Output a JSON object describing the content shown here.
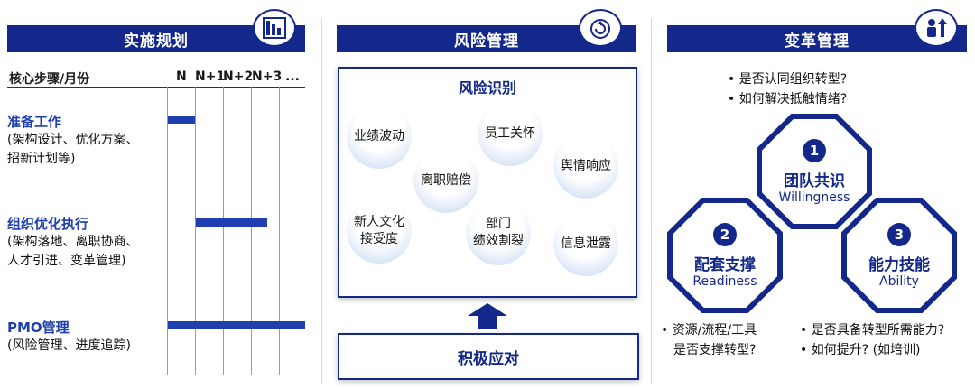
{
  "left": {
    "header": "实施规划",
    "gantt_label": "核心步骤/月份",
    "columns": [
      "N",
      "N+1",
      "N+2",
      "N+3",
      "..."
    ],
    "rows": [
      {
        "title": "准备工作",
        "desc": "(架构设计、优化方案、",
        "desc2": "招新计划等)"
      },
      {
        "title": "组织优化执行",
        "desc": "(架构落地、离职协商、",
        "desc2": "人才引进、变革管理)"
      },
      {
        "title": "PMO管理",
        "desc": "(风险管理、进度追踪)",
        "desc2": ""
      }
    ]
  },
  "middle": {
    "header": "风险管理",
    "box_title": "风险识别",
    "bubbles": [
      "业绩波动",
      "员工关怀",
      "离职赔偿",
      "舆情响应",
      "新人文化\n接受度",
      "部门\n绩效割裂",
      "信息泄露"
    ],
    "action": "积极应对"
  },
  "right": {
    "header": "变革管理",
    "top_bullets": [
      "是否认同组织转型?",
      "如何解决抵触情绪?"
    ],
    "octagons": [
      {
        "num": "1",
        "cn": "团队共识",
        "en": "Willingness"
      },
      {
        "num": "2",
        "cn": "配套支撑",
        "en": "Readiness"
      },
      {
        "num": "3",
        "cn": "能力技能",
        "en": "Ability"
      }
    ],
    "left_bullets": [
      "资源/流程/工具",
      "是否支撑转型?"
    ],
    "right_bullets": [
      "是否具备转型所需能力?",
      "如何提升? (如培训)"
    ]
  },
  "colors": {
    "brand": "#13288a",
    "accent": "#1f3fb0",
    "bubble": "#dce8f7"
  }
}
